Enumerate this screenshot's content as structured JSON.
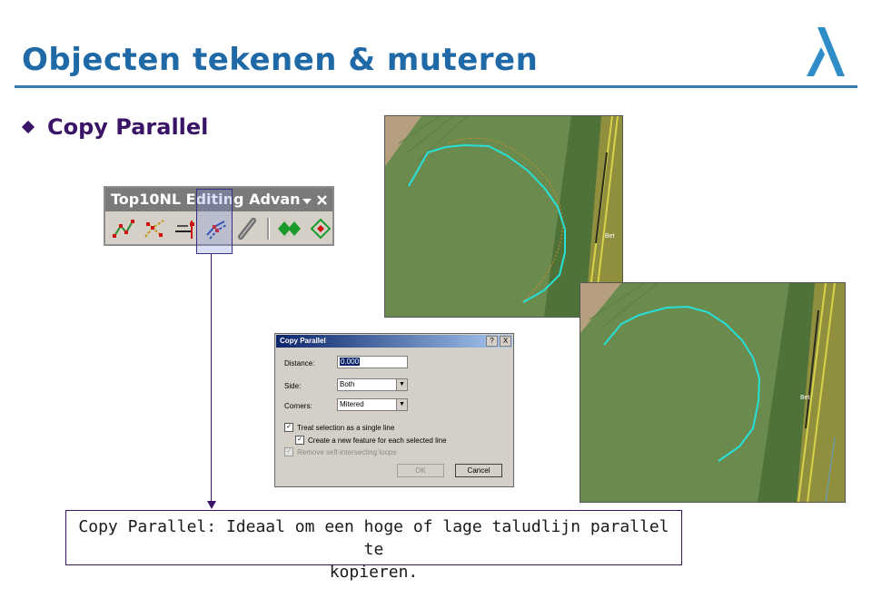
{
  "slide": {
    "title": "Objecten tekenen & muteren",
    "bullet": "Copy Parallel",
    "logo_icon": "lambda-logo-icon",
    "colors": {
      "title": "#1f6aa6",
      "bullet": "#3a1466",
      "rule": "#2e7fb4"
    }
  },
  "toolbar": {
    "title": "Top10NL Editing Advan",
    "dropdown_icon": "dropdown-arrow-icon",
    "close_icon": "close-icon",
    "buttons": [
      {
        "name": "edit-vertices-icon"
      },
      {
        "name": "scatter-vertices-icon"
      },
      {
        "name": "extend-line-icon"
      },
      {
        "name": "copy-parallel-icon"
      },
      {
        "name": "pencil-icon"
      },
      {
        "name": "green-diamonds-icon"
      },
      {
        "name": "diamond-outline-icon"
      }
    ]
  },
  "dialog": {
    "title": "Copy Parallel",
    "help_label": "?",
    "close_label": "X",
    "distance_label": "Distance:",
    "distance_value": "0.000",
    "side_label": "Side:",
    "side_value": "Both",
    "corners_label": "Corners:",
    "corners_value": "Mitered",
    "opt_single_line": "Treat selection as a single line",
    "opt_new_feature": "Create a new feature for each selected line",
    "opt_remove_loops": "Remove self-intersecting loops",
    "ok_label": "OK",
    "cancel_label": "Cancel"
  },
  "aerial1": {
    "label": "Bet"
  },
  "aerial2": {
    "label": "Bet"
  },
  "caption": {
    "line1": "Copy Parallel: Ideaal om een hoge of lage taludlijn parallel te",
    "line2": "kopieren."
  }
}
